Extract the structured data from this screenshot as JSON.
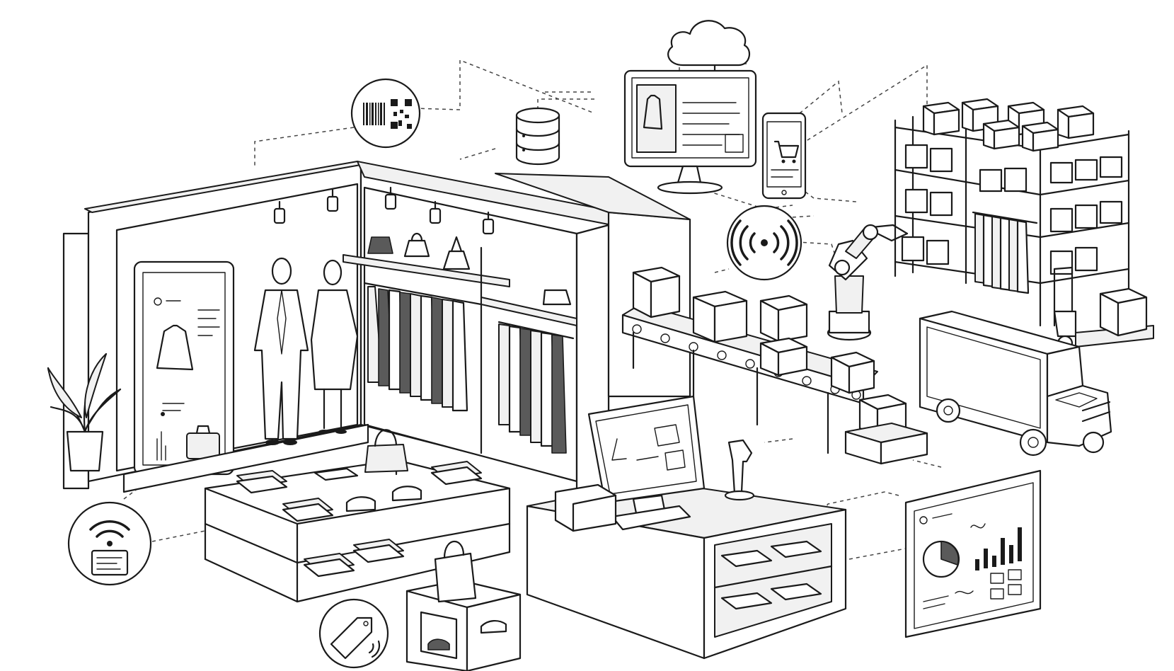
{
  "diagram": {
    "kind": "omnichannel-retail-illustration",
    "caption_text": "",
    "colors": {
      "line": "#1a1a1a",
      "fill": "#ffffff",
      "shade": "#f1f1f1",
      "dark": "#5a5a5a"
    },
    "nodes": [
      {
        "id": "cloud",
        "icon": "cloud-icon"
      },
      {
        "id": "monitor",
        "icon": "desktop-monitor-icon"
      },
      {
        "id": "phone",
        "icon": "smartphone-cart-icon"
      },
      {
        "id": "database",
        "icon": "database-icon"
      },
      {
        "id": "codes",
        "icon": "barcode-qr-icon"
      },
      {
        "id": "rfid",
        "icon": "rfid-signal-icon"
      },
      {
        "id": "wifi",
        "icon": "wifi-device-icon"
      },
      {
        "id": "tag",
        "icon": "nfc-tag-icon"
      },
      {
        "id": "store",
        "icon": "clothing-store-icon"
      },
      {
        "id": "pos",
        "icon": "pos-terminal-icon"
      },
      {
        "id": "conveyor",
        "icon": "conveyor-belt-icon"
      },
      {
        "id": "robot",
        "icon": "robot-arm-icon"
      },
      {
        "id": "warehouse",
        "icon": "warehouse-shelves-icon"
      },
      {
        "id": "truck",
        "icon": "delivery-truck-icon"
      },
      {
        "id": "dashboard",
        "icon": "analytics-dashboard-icon"
      }
    ]
  }
}
